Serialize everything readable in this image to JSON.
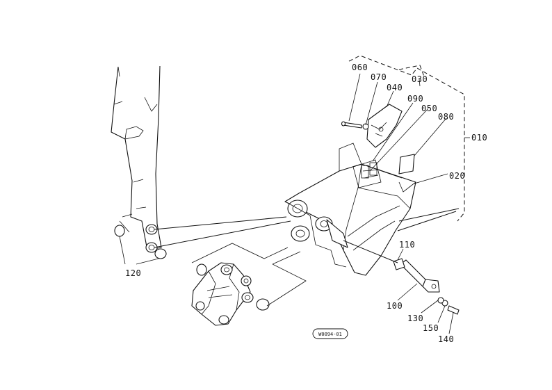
{
  "diagram": {
    "callouts": {
      "c010": "010",
      "c020": "020",
      "c030": "030",
      "c040": "040",
      "c050": "050",
      "c060": "060",
      "c070": "070",
      "c080": "080",
      "c090": "090",
      "c100": "100",
      "c110": "110",
      "c120": "120",
      "c130": "130",
      "c140": "140",
      "c150": "150"
    },
    "reference_code": "W0094-01"
  }
}
